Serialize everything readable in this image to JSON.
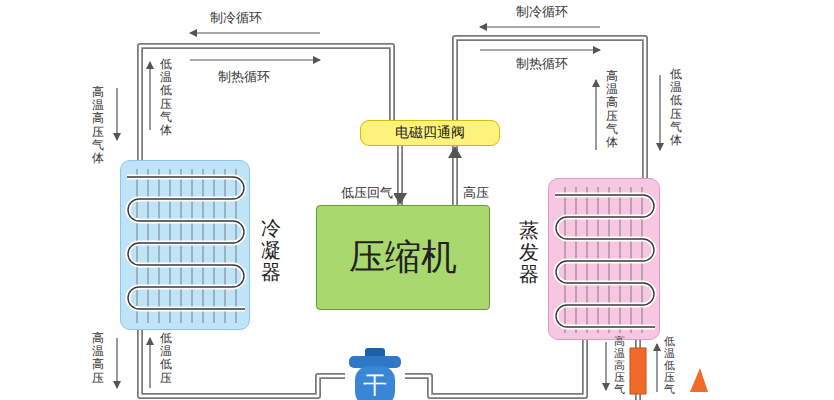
{
  "diagram": {
    "nodes": [
      {
        "text": [
          "电磁四通阀"
        ]
      },
      {
        "text": [
          "冷凝器"
        ]
      },
      {
        "text": [
          "压缩机"
        ]
      },
      {
        "text": [
          "蒸发器"
        ]
      },
      {
        "text": [
          "干"
        ]
      }
    ],
    "edges": [
      {
        "from": 0,
        "to": 1,
        "arrow": "none"
      },
      {
        "from": 0,
        "to": 3,
        "arrow": "none"
      },
      {
        "from": 0,
        "to": 2,
        "label": "低压回气",
        "arrow": "to"
      },
      {
        "from": 2,
        "to": 0,
        "label": "高压",
        "arrow": "to"
      },
      {
        "from": 1,
        "to": 4,
        "arrow": "none"
      },
      {
        "from": 3,
        "to": 4,
        "arrow": "none"
      }
    ],
    "labels": [
      "制冷循环",
      "制热循环",
      "高温高压气体",
      "低温低压气体",
      "制冷循环",
      "制热循环",
      "高温高压气体",
      "低温低压气体",
      "高温高压",
      "低温低压",
      "高温高压气",
      "低温低压气"
    ]
  }
}
